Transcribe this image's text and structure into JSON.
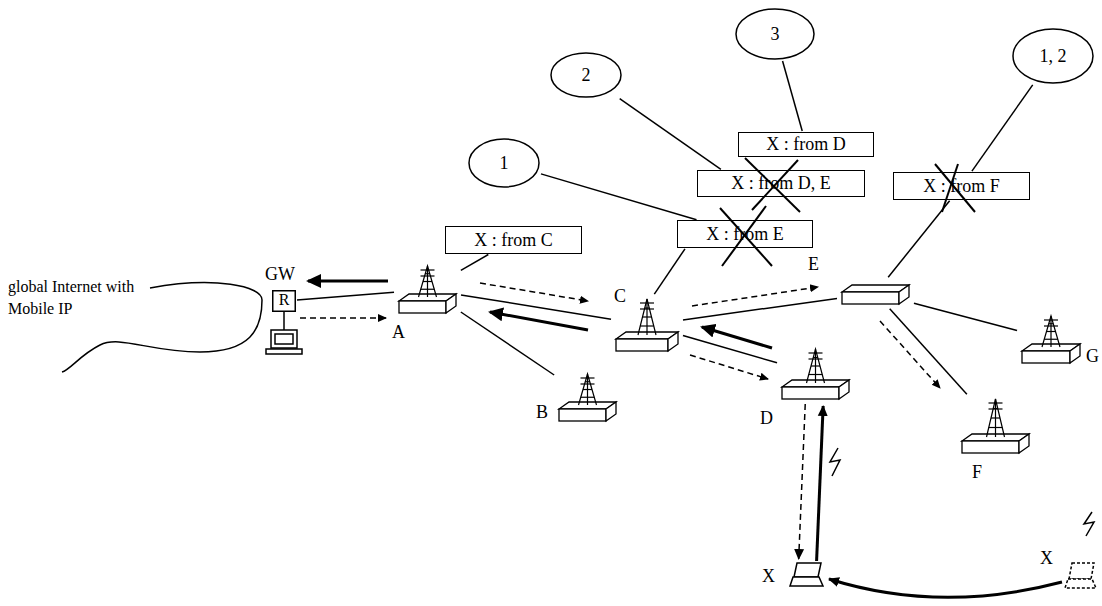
{
  "diagram": {
    "nodes": [
      {
        "text": [
          "3"
        ]
      },
      {
        "text": [
          "2"
        ]
      },
      {
        "text": [
          "1, 2"
        ]
      },
      {
        "text": [
          "1"
        ]
      },
      {
        "text": [
          "X : from D"
        ]
      },
      {
        "text": [
          "X : from D, E"
        ]
      },
      {
        "text": [
          "X : from F"
        ]
      },
      {
        "text": [
          "X : from E"
        ]
      },
      {
        "text": [
          "X : from C"
        ]
      },
      {
        "text": [
          "GW",
          "R"
        ]
      },
      {
        "text": [
          "A"
        ]
      },
      {
        "text": [
          "C"
        ]
      },
      {
        "text": [
          "E"
        ]
      },
      {
        "text": [
          "G"
        ]
      },
      {
        "text": [
          "B"
        ]
      },
      {
        "text": [
          "D"
        ]
      },
      {
        "text": [
          "F"
        ]
      },
      {
        "text": [
          "X"
        ]
      },
      {
        "text": [
          "X"
        ]
      }
    ],
    "edges": [
      {
        "from": 0,
        "to": 4,
        "arrow": "none"
      },
      {
        "from": 1,
        "to": 5,
        "arrow": "none"
      },
      {
        "from": 3,
        "to": 7,
        "arrow": "none"
      },
      {
        "from": 2,
        "to": 6,
        "arrow": "none"
      },
      {
        "from": 8,
        "to": 10,
        "arrow": "none"
      },
      {
        "from": 7,
        "to": 11,
        "arrow": "none"
      },
      {
        "from": 6,
        "to": 12,
        "arrow": "none"
      },
      {
        "from": 9,
        "to": 10,
        "arrow": "none"
      },
      {
        "from": 10,
        "to": 11,
        "arrow": "none"
      },
      {
        "from": 10,
        "to": 14,
        "arrow": "none"
      },
      {
        "from": 11,
        "to": 12,
        "arrow": "none"
      },
      {
        "from": 11,
        "to": 15,
        "arrow": "none"
      },
      {
        "from": 12,
        "to": 16,
        "arrow": "none"
      },
      {
        "from": 12,
        "to": 13,
        "arrow": "none"
      },
      {
        "from": 15,
        "to": 17,
        "arrow": "to"
      },
      {
        "from": 17,
        "to": 15,
        "arrow": "to"
      },
      {
        "from": 18,
        "to": 17,
        "arrow": "to"
      }
    ],
    "labels": [
      "global Internet with Mobile IP"
    ]
  }
}
